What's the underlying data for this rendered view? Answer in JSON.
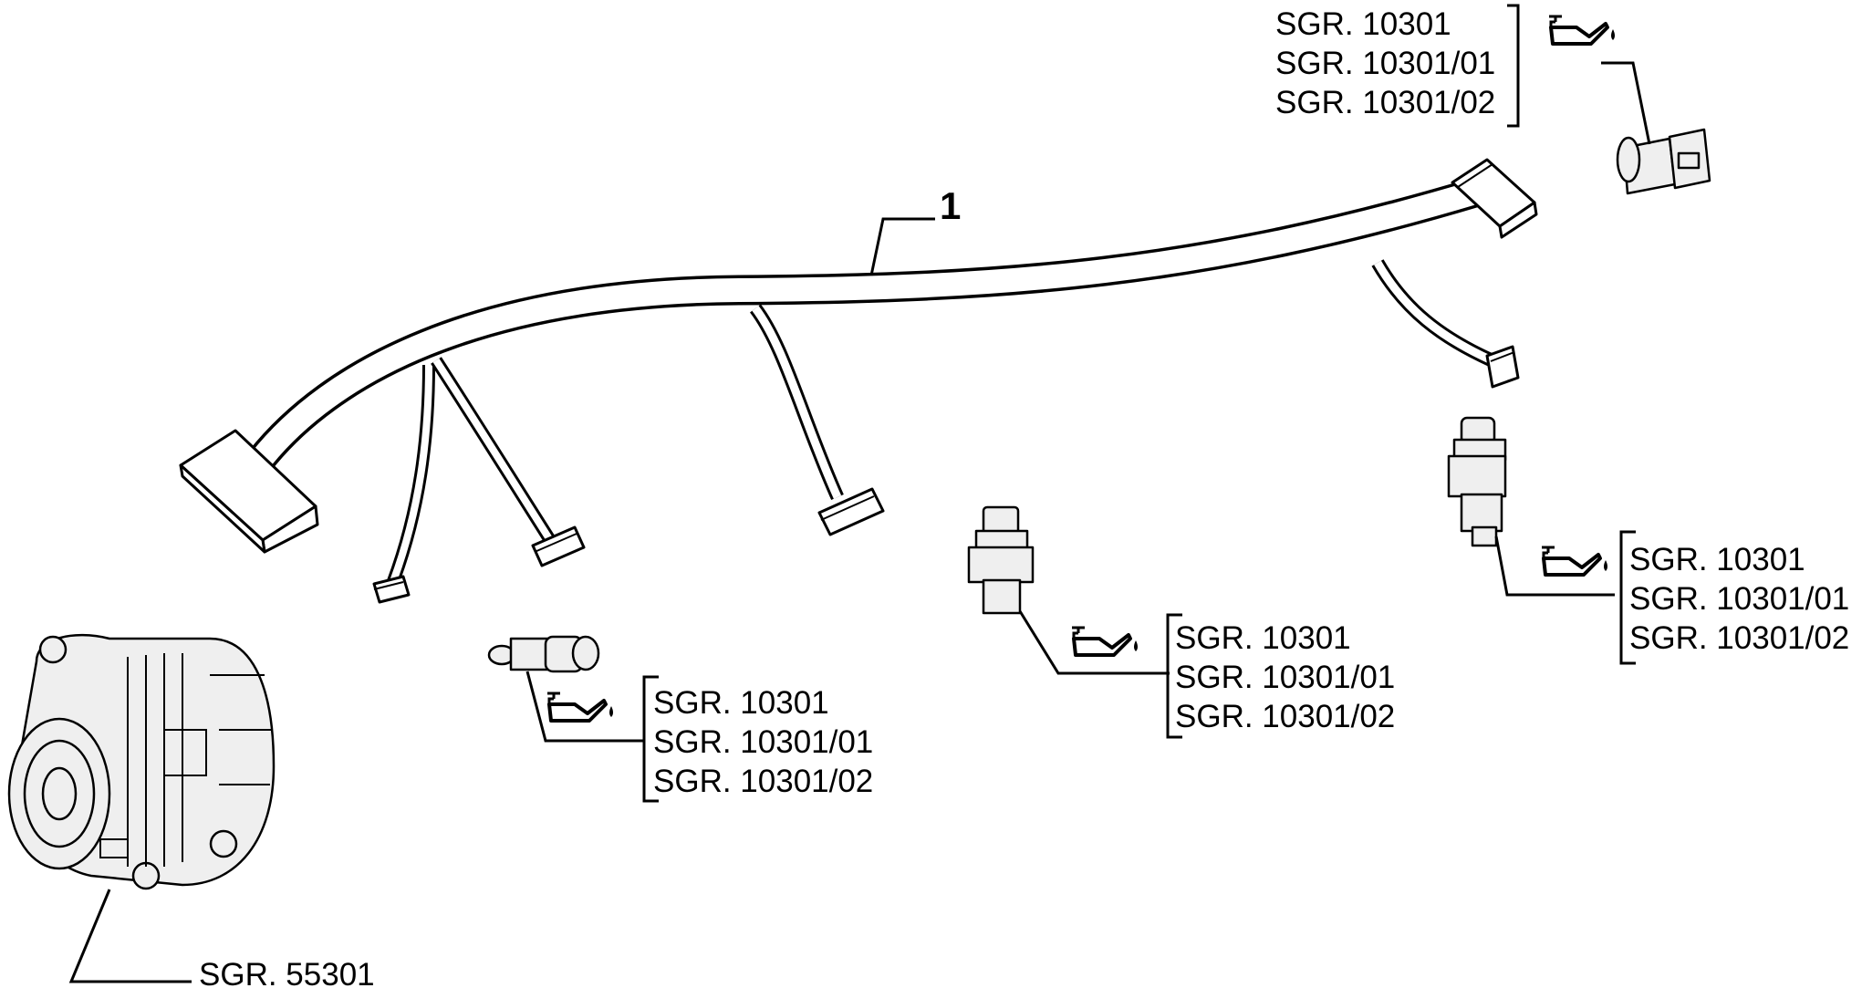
{
  "harness": {
    "part_number": "1"
  },
  "callouts": {
    "top_right": {
      "lines": [
        "SGR. 10301",
        "SGR. 10301/01",
        "SGR. 10301/02"
      ],
      "icon": "oil-can-icon"
    },
    "right": {
      "lines": [
        "SGR. 10301",
        "SGR. 10301/01",
        "SGR. 10301/02"
      ],
      "icon": "oil-can-icon"
    },
    "middle": {
      "lines": [
        "SGR. 10301",
        "SGR. 10301/01",
        "SGR. 10301/02"
      ],
      "icon": "oil-can-icon"
    },
    "left": {
      "lines": [
        "SGR. 10301",
        "SGR. 10301/01",
        "SGR. 10301/02"
      ],
      "icon": "oil-can-icon"
    },
    "alternator": {
      "lines": [
        "SGR. 55301"
      ]
    }
  }
}
